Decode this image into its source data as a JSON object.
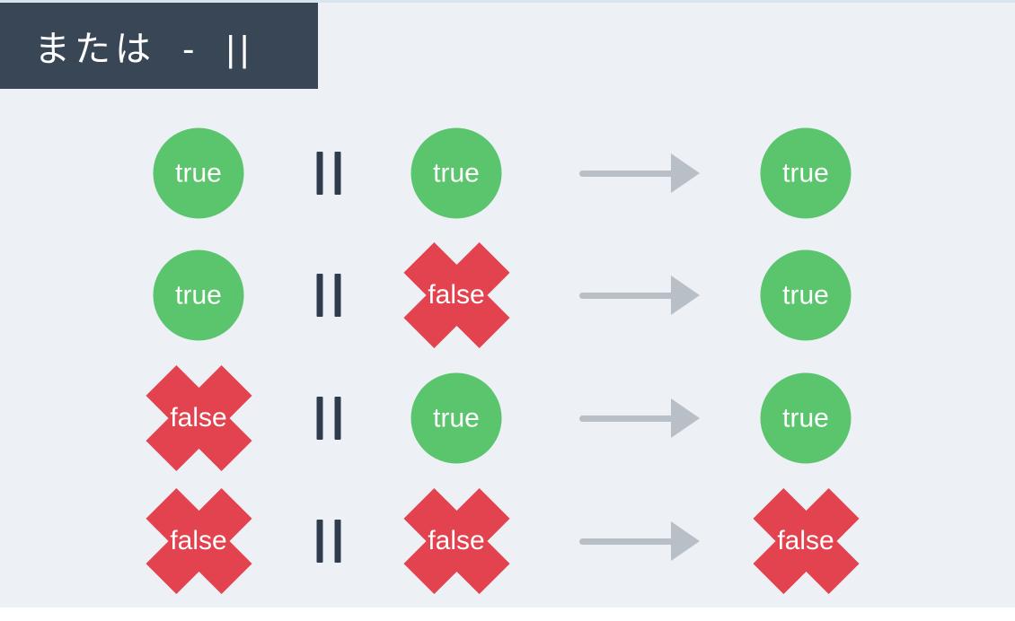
{
  "title": "または - ||",
  "operator_symbol": "||",
  "colors": {
    "background": "#EDF1F6",
    "header_dark": "#394656",
    "operator_dark": "#2E3C4E",
    "true_green": "#5BC56D",
    "false_red": "#E3424F",
    "arrow_gray": "#B9BFC6"
  },
  "rows": [
    {
      "a": {
        "label": "true",
        "shape": "circle"
      },
      "op": "||",
      "b": {
        "label": "true",
        "shape": "circle"
      },
      "result": {
        "label": "true",
        "shape": "circle"
      }
    },
    {
      "a": {
        "label": "true",
        "shape": "circle"
      },
      "op": "||",
      "b": {
        "label": "false",
        "shape": "cross"
      },
      "result": {
        "label": "true",
        "shape": "circle"
      }
    },
    {
      "a": {
        "label": "false",
        "shape": "cross"
      },
      "op": "||",
      "b": {
        "label": "true",
        "shape": "circle"
      },
      "result": {
        "label": "true",
        "shape": "circle"
      }
    },
    {
      "a": {
        "label": "false",
        "shape": "cross"
      },
      "op": "||",
      "b": {
        "label": "false",
        "shape": "cross"
      },
      "result": {
        "label": "false",
        "shape": "cross"
      }
    }
  ]
}
